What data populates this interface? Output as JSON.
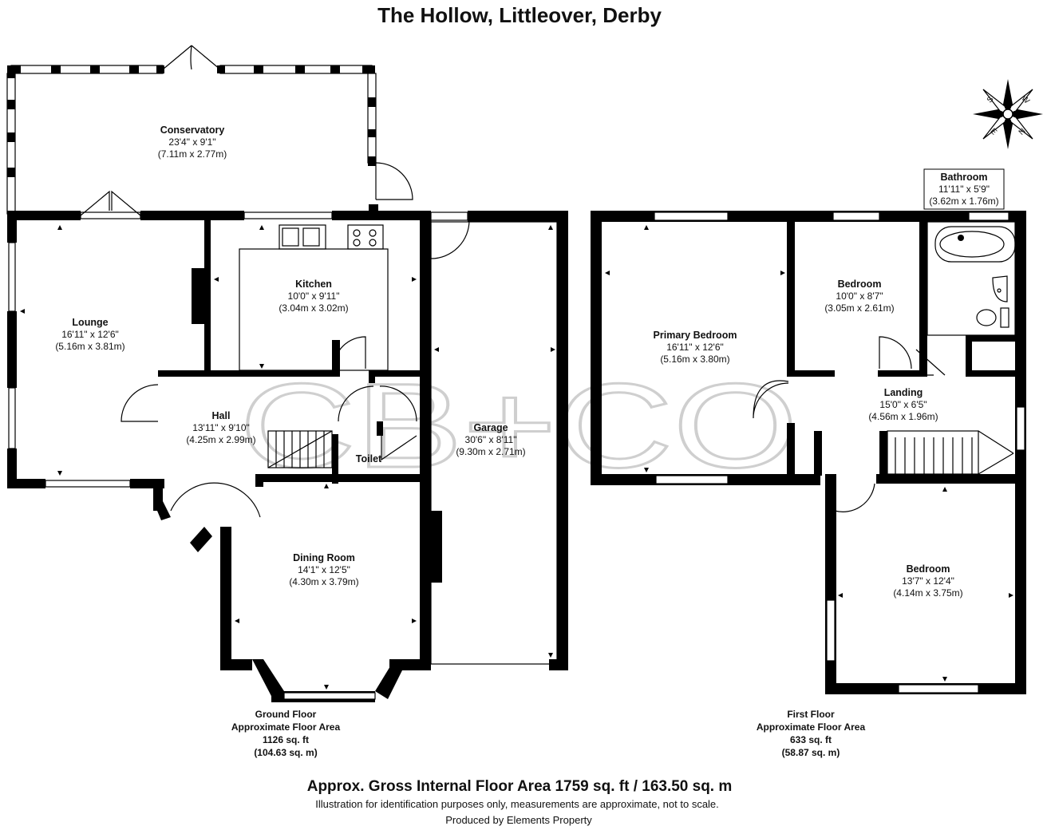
{
  "title": "The Hollow, Littleover, Derby",
  "watermark": "CB+CO",
  "compass": [
    "S",
    "W",
    "N",
    "E"
  ],
  "rooms": {
    "conservatory": {
      "name": "Conservatory",
      "imperial": "23'4\" x 9'1\"",
      "metric": "(7.11m x 2.77m)"
    },
    "lounge": {
      "name": "Lounge",
      "imperial": "16'11\" x 12'6\"",
      "metric": "(5.16m x 3.81m)"
    },
    "kitchen": {
      "name": "Kitchen",
      "imperial": "10'0\" x 9'11\"",
      "metric": "(3.04m x 3.02m)"
    },
    "hall": {
      "name": "Hall",
      "imperial": "13'11\" x 9'10\"",
      "metric": "(4.25m x 2.99m)"
    },
    "toilet": {
      "name": "Toilet"
    },
    "garage": {
      "name": "Garage",
      "imperial": "30'6\" x 8'11\"",
      "metric": "(9.30m x 2.71m)"
    },
    "dining": {
      "name": "Dining Room",
      "imperial": "14'1\" x 12'5\"",
      "metric": "(4.30m x 3.79m)"
    },
    "bathroom": {
      "name": "Bathroom",
      "imperial": "11'11\" x 5'9\"",
      "metric": "(3.62m x 1.76m)"
    },
    "primary": {
      "name": "Primary Bedroom",
      "imperial": "16'11\" x 12'6\"",
      "metric": "(5.16m x 3.80m)"
    },
    "bedroom2": {
      "name": "Bedroom",
      "imperial": "10'0\" x 8'7\"",
      "metric": "(3.05m x 2.61m)"
    },
    "landing": {
      "name": "Landing",
      "imperial": "15'0\" x 6'5\"",
      "metric": "(4.56m x 1.96m)"
    },
    "bedroom3": {
      "name": "Bedroom",
      "imperial": "13'7\" x 12'4\"",
      "metric": "(4.14m x 3.75m)"
    }
  },
  "floors": {
    "ground": {
      "name": "Ground Floor",
      "label": "Approximate Floor Area",
      "sqft": "1126 sq. ft",
      "sqm": "(104.63 sq. m)"
    },
    "first": {
      "name": "First Floor",
      "label": "Approximate Floor Area",
      "sqft": "633 sq. ft",
      "sqm": "(58.87 sq. m)"
    }
  },
  "footer": {
    "gross": "Approx. Gross Internal Floor Area 1759 sq. ft / 163.50 sq. m",
    "disclaimer": "Illustration for identification purposes only, measurements are approximate, not to scale.",
    "producer": "Produced by Elements Property"
  }
}
